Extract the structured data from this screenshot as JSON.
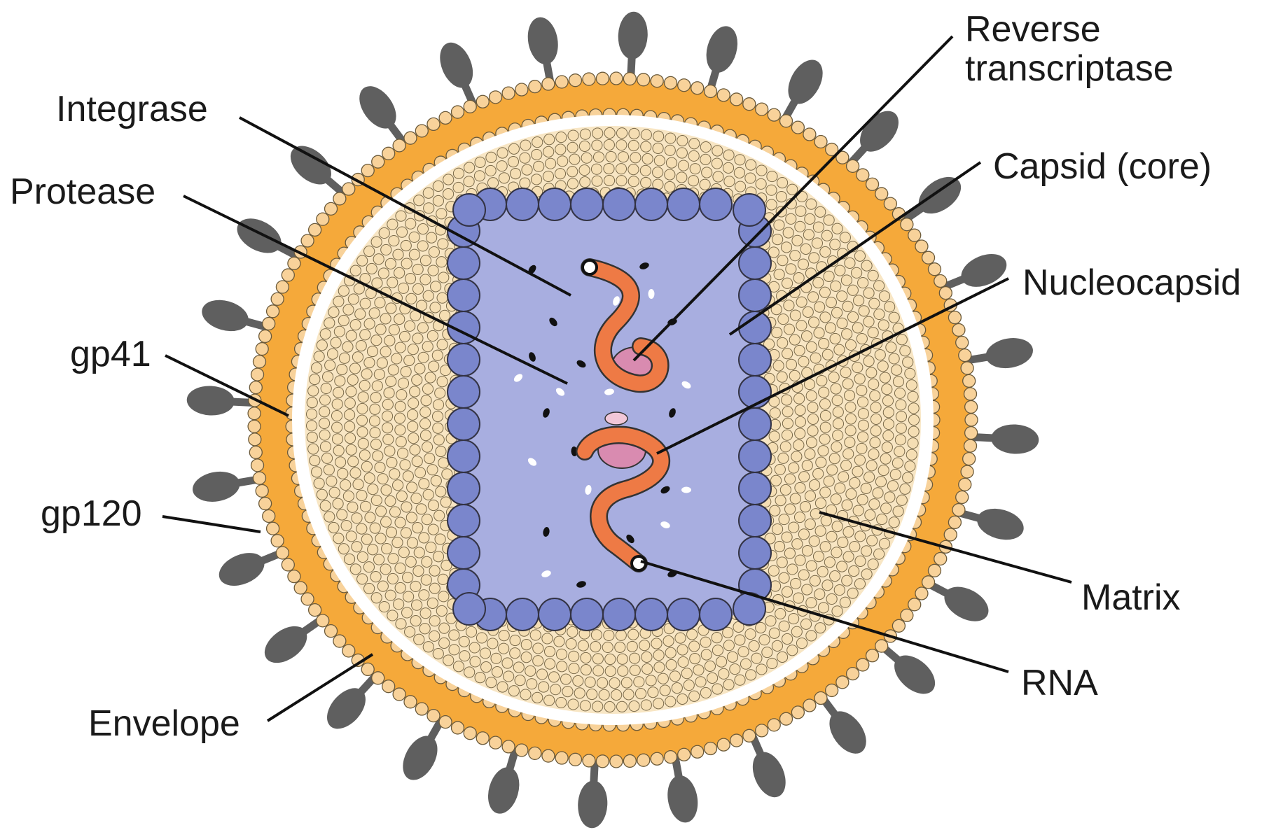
{
  "diagram": {
    "labels": {
      "reverse_transcriptase": "Reverse\ntranscriptase",
      "integrase": "Integrase",
      "capsid": "Capsid (core)",
      "protease": "Protease",
      "nucleocapsid": "Nucleocapsid",
      "gp41": "gp41",
      "gp120": "gp120",
      "matrix": "Matrix",
      "rna": "RNA",
      "envelope": "Envelope"
    },
    "colors": {
      "envelope_band": "#f5a93a",
      "envelope_beads": "#f8d29a",
      "matrix_beads": "#f5deb3",
      "capsid_fill": "#a8aee0",
      "capsid_beads": "#7a86cc",
      "rna": "#ee7a45",
      "enzyme": "#d98bb0",
      "glycoprotein": "#5f5f5f"
    }
  }
}
